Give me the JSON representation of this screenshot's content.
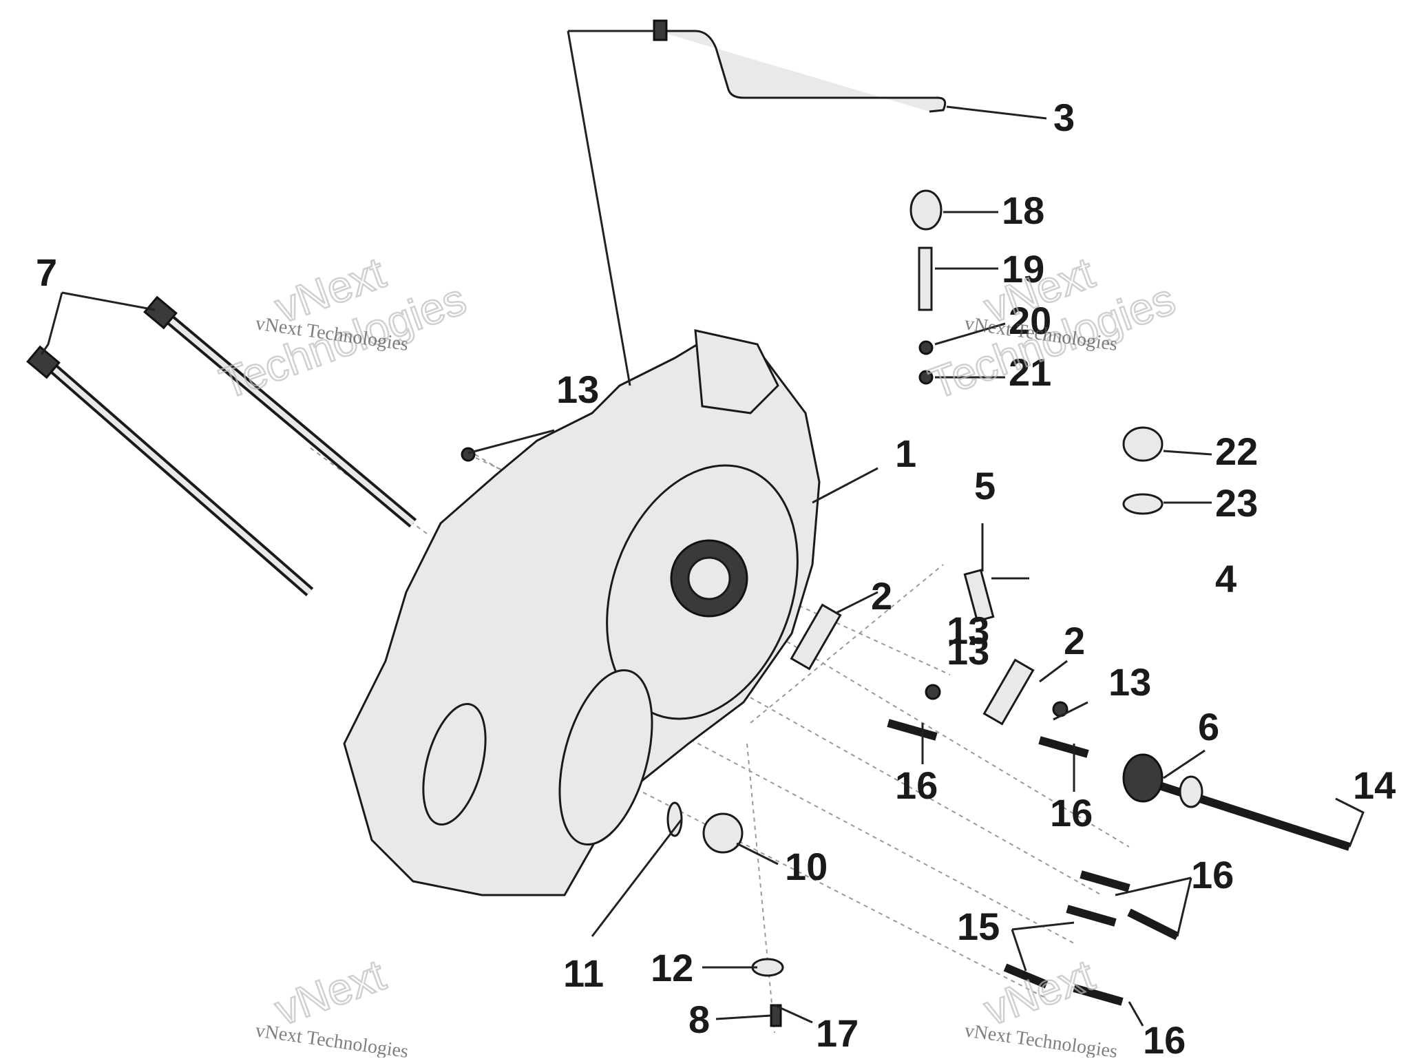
{
  "diagram": {
    "callouts": [
      "1",
      "2",
      "2",
      "3",
      "4",
      "5",
      "6",
      "7",
      "8",
      "10",
      "11",
      "12",
      "13",
      "13",
      "13",
      "13",
      "14",
      "15",
      "16",
      "16",
      "16",
      "16",
      "17",
      "18",
      "19",
      "20",
      "21",
      "22",
      "23"
    ],
    "watermarks": {
      "small_text": "vNext Technologies",
      "big_line1": "vNext",
      "big_line2": "Technologies"
    }
  }
}
